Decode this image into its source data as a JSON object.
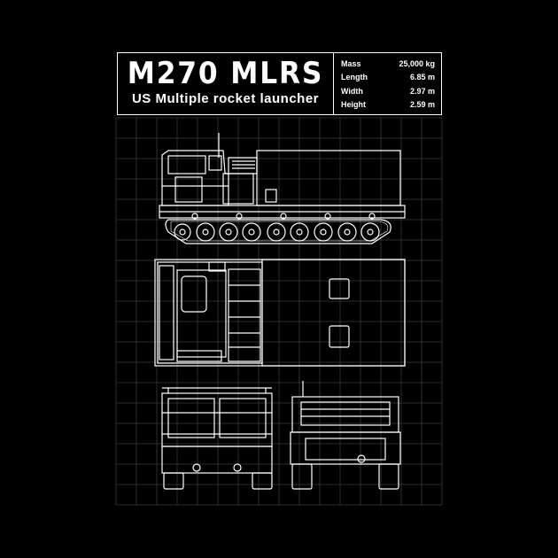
{
  "title": "M270 MLRS",
  "subtitle": "US Multiple rocket launcher",
  "specs": [
    {
      "label": "Mass",
      "value": "25,000 kg"
    },
    {
      "label": "Length",
      "value": "6.85 m"
    },
    {
      "label": "Width",
      "value": "2.97 m"
    },
    {
      "label": "Height",
      "value": "2.59 m"
    }
  ],
  "colors": {
    "background": "#000000",
    "line": "#ffffff",
    "grid": "#3a3a3a"
  }
}
